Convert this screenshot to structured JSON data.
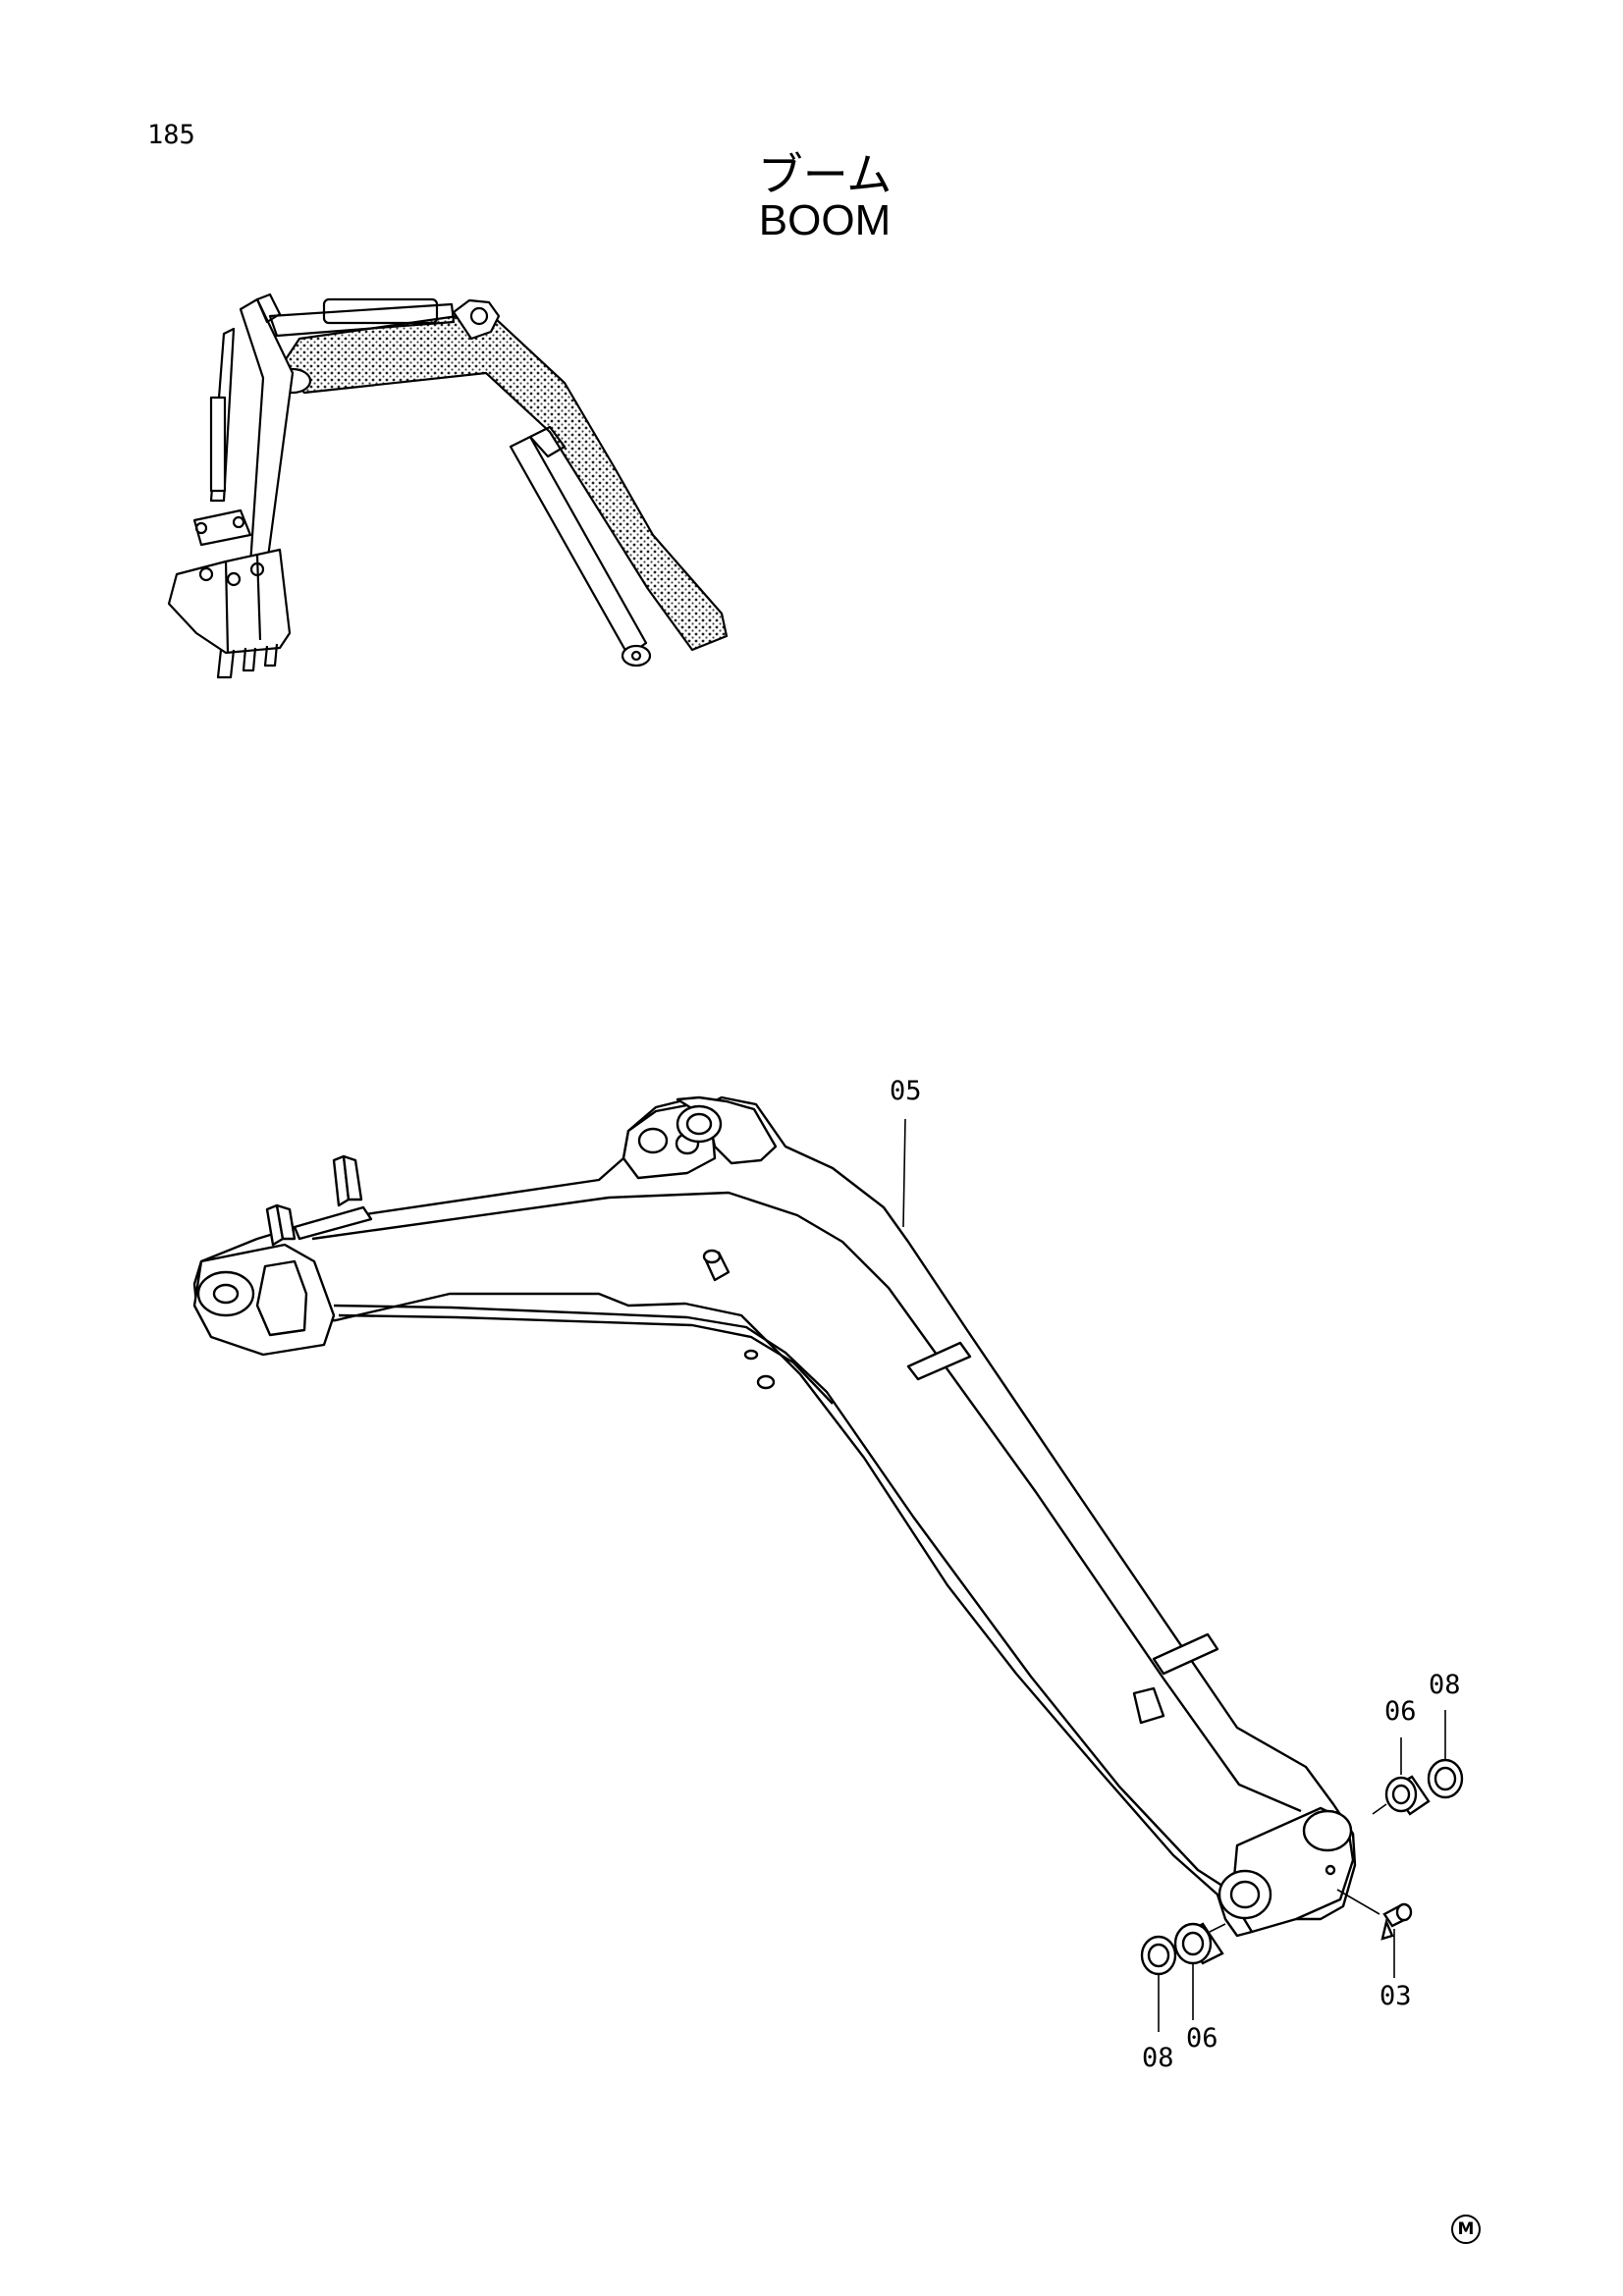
{
  "page": {
    "number": "185"
  },
  "title": {
    "japanese": "ブーム",
    "english": "BOOM"
  },
  "callouts": [
    {
      "id": "c05a",
      "label": "05"
    },
    {
      "id": "c06a",
      "label": "06"
    },
    {
      "id": "c08a",
      "label": "08"
    },
    {
      "id": "c03",
      "label": "03"
    },
    {
      "id": "c06b",
      "label": "06"
    },
    {
      "id": "c08b",
      "label": "08"
    }
  ],
  "footer": {
    "mark": "M"
  }
}
